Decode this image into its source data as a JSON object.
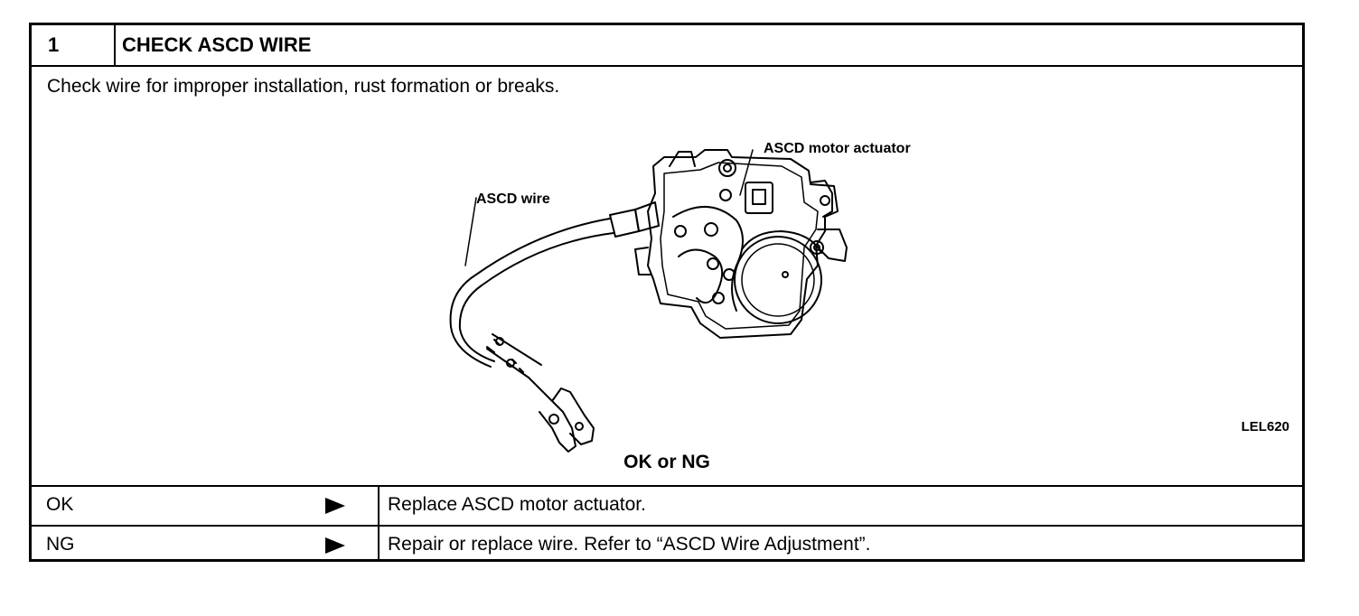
{
  "header": {
    "step_number": "1",
    "title": "CHECK ASCD WIRE"
  },
  "body": {
    "instruction": "Check wire for improper installation, rust formation or breaks.",
    "figure": {
      "callouts": {
        "motor_actuator": "ASCD motor actuator",
        "wire": "ASCD wire"
      },
      "code": "LEL620"
    },
    "verdict": "OK or NG"
  },
  "results": [
    {
      "condition": "OK",
      "action": "Replace ASCD motor actuator."
    },
    {
      "condition": "NG",
      "action": "Repair or replace wire. Refer to “ASCD Wire Adjustment”."
    }
  ]
}
